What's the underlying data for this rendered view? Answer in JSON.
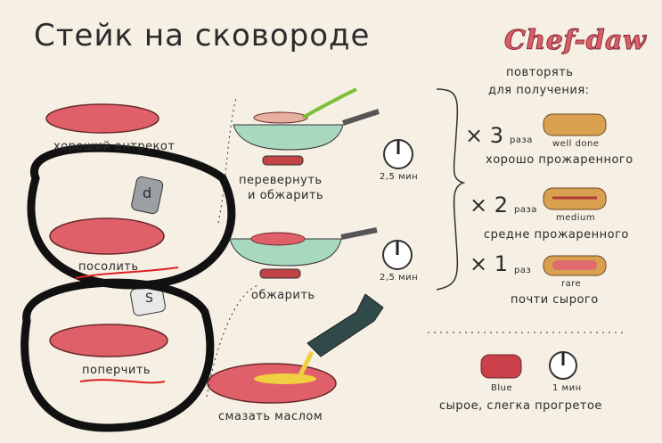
{
  "title": "Стейк на сковороде",
  "logo": "Chef-daw",
  "steps": {
    "steak": "хороший антрекот",
    "salt": "посолить",
    "salt_shaker_letter": "d",
    "pepper": "поперчить",
    "pepper_shaker_letter": "S",
    "flip_fry": [
      "перевернуть",
      "и обжарить"
    ],
    "fry": "обжарить",
    "oil": "смазать маслом",
    "timer1": "2,5 мин",
    "timer2": "2,5 мин"
  },
  "doneness": {
    "header": [
      "повторять",
      "для получения:"
    ],
    "levels": [
      {
        "times": "× 3",
        "unit": "раза",
        "en": "well done",
        "ru": "хорошо прожаренного",
        "color": "#d9a04f"
      },
      {
        "times": "× 2",
        "unit": "раза",
        "en": "medium",
        "ru": "средне прожаренного",
        "color": "#d9a04f"
      },
      {
        "times": "× 1",
        "unit": "раз",
        "en": "rare",
        "ru": "почти сырого",
        "color": "#e06a6e"
      }
    ],
    "blue": {
      "en": "Blue",
      "time": "1 мин",
      "ru": "сырое, слегка прогретое"
    }
  },
  "colors": {
    "meat": "#e0606a",
    "pan": "#a8d8c0",
    "accent": "#d9606b"
  }
}
